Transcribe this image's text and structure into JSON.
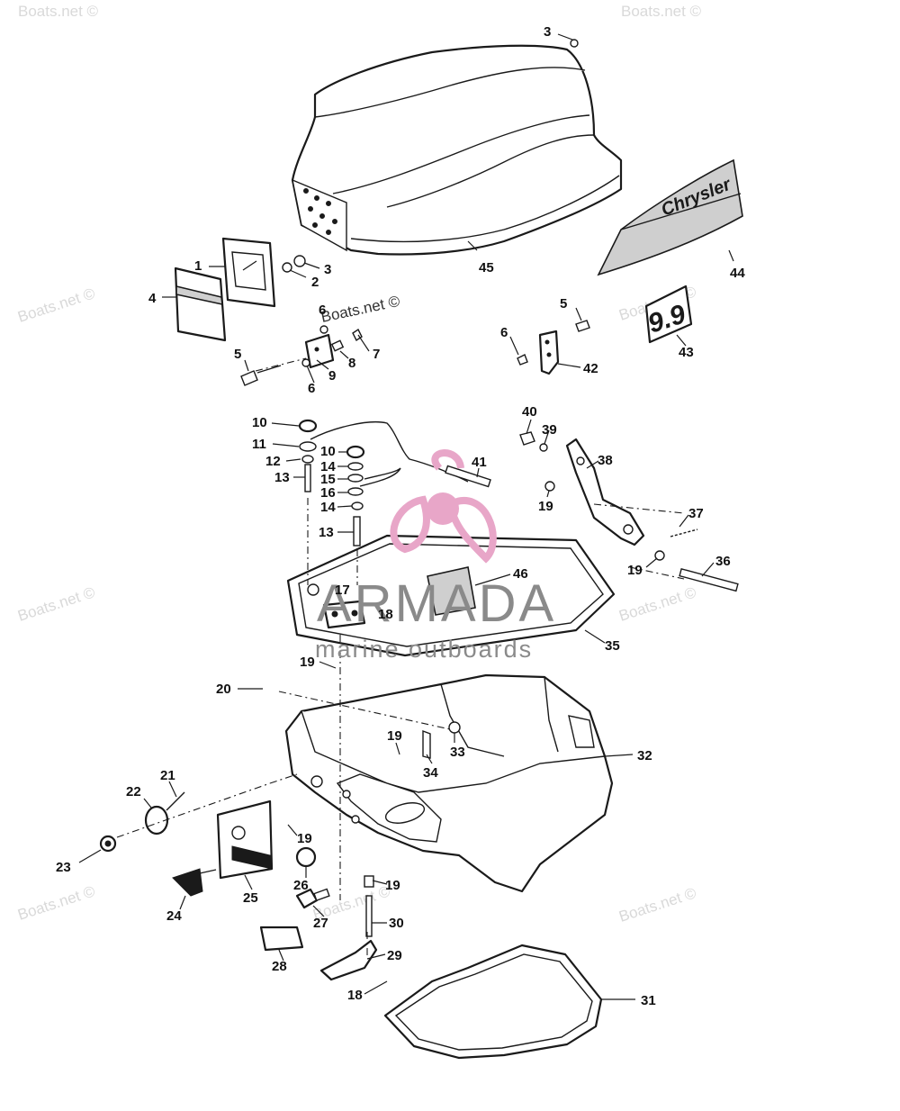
{
  "callouts": {
    "c1": "1",
    "c2": "2",
    "c3a": "3",
    "c3b": "3",
    "c4": "4",
    "c5a": "5",
    "c5b": "5",
    "c6a": "6",
    "c6b": "6",
    "c6c": "6",
    "c7": "7",
    "c8": "8",
    "c9": "9",
    "c10a": "10",
    "c10b": "10",
    "c11": "11",
    "c12": "12",
    "c13a": "13",
    "c13b": "13",
    "c14a": "14",
    "c14b": "14",
    "c15": "15",
    "c16": "16",
    "c17": "17",
    "c18a": "18",
    "c18b": "18",
    "c19a": "19",
    "c19b": "19",
    "c19c": "19",
    "c19d": "19",
    "c19e": "19",
    "c19f": "19",
    "c20": "20",
    "c21": "21",
    "c22": "22",
    "c23": "23",
    "c24": "24",
    "c25": "25",
    "c26": "26",
    "c27": "27",
    "c28": "28",
    "c29": "29",
    "c30": "30",
    "c31": "31",
    "c32": "32",
    "c33": "33",
    "c34": "34",
    "c35": "35",
    "c36": "36",
    "c37": "37",
    "c38": "38",
    "c39": "39",
    "c40": "40",
    "c41": "41",
    "c42": "42",
    "c43": "43",
    "c44": "44",
    "c45": "45",
    "c46": "46"
  },
  "decals": {
    "brand": "Chrysler",
    "hp": "9.9"
  },
  "watermarks": {
    "site": "Boats.net ©",
    "logo_title": "ARMADA",
    "logo_subtitle": "marine outboards"
  },
  "colors": {
    "logo_pink": "#e8a6c8",
    "watermark_gray": "#d9d9d9"
  }
}
